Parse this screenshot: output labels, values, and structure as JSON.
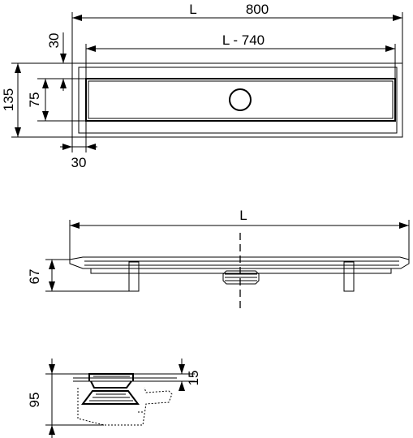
{
  "top_view": {
    "length_symbol": "L",
    "length_value": "800",
    "inner_length": "L - 740",
    "margin_top": "30",
    "grate_height": "75",
    "total_height": "135",
    "margin_left": "30"
  },
  "side_view": {
    "length_symbol": "L",
    "height": "67"
  },
  "section_view": {
    "height": "95",
    "grate_depth": "15"
  }
}
